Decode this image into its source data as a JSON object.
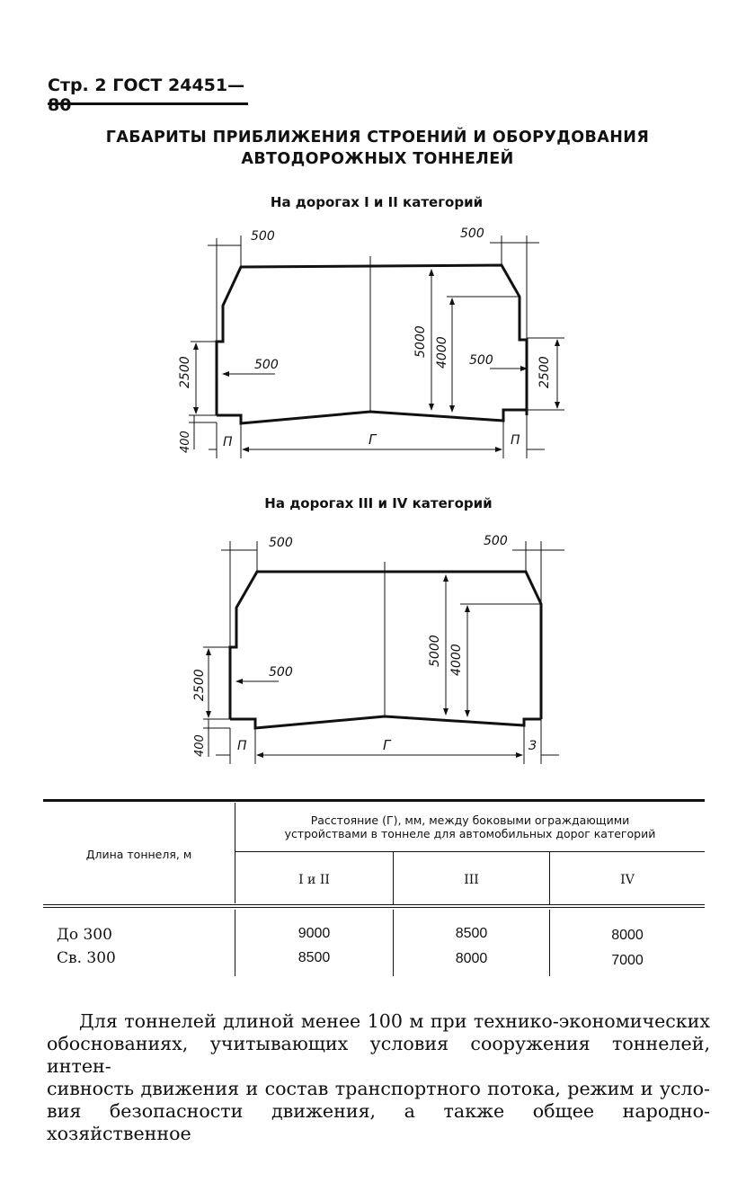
{
  "header": {
    "text": "Стр. 2 ГОСТ 24451—80"
  },
  "title": {
    "line1": "ГАБАРИТЫ ПРИБЛИЖЕНИЯ СТРОЕНИЙ И ОБОРУДОВАНИЯ",
    "line2": "АВТОДОРОЖНЫХ ТОННЕЛЕЙ"
  },
  "diagram1": {
    "title": "На дорогах I и II категорий",
    "labels": {
      "top_left_500": "500",
      "top_right_500": "500",
      "mid_left_500": "500",
      "mid_right_500": "500",
      "height_5000": "5000",
      "height_4000": "4000",
      "left_2500": "2500",
      "right_2500": "2500",
      "left_400": "400",
      "bottom_left_p": "П",
      "bottom_g": "Г",
      "bottom_right_p": "П"
    }
  },
  "diagram2": {
    "title": "На дорогах III и IV категорий",
    "labels": {
      "top_left_500": "500",
      "top_right_500": "500",
      "mid_left_500": "500",
      "height_5000": "5000",
      "height_4000": "4000",
      "left_2500": "2500",
      "left_400": "400",
      "bottom_left_p": "П",
      "bottom_g": "Г",
      "bottom_right_z": "З"
    }
  },
  "table": {
    "col1_header": "Длина тоннеля, м",
    "group_header_line1": "Расстояние (Г), мм, между боковыми ограждающими",
    "group_header_line2": "устройствами в тоннеле для автомобильных дорог категорий",
    "subheaders": [
      "I и II",
      "III",
      "IV"
    ],
    "rows": [
      {
        "label": "До 300",
        "values": [
          "9000",
          "8500",
          "8000"
        ]
      },
      {
        "label": "Св. 300",
        "values": [
          "8500",
          "8000",
          "7000"
        ]
      }
    ]
  },
  "paragraph": {
    "lines": [
      "Для тоннелей длиной менее 100 м при технико-экономических",
      "обоснованиях, учитывающих условия сооружения тоннелей, интен-",
      "сивность движения и состав транспортного потока, режим и усло-",
      "вия безопасности движения, а также общее народно-хозяйственное"
    ]
  }
}
